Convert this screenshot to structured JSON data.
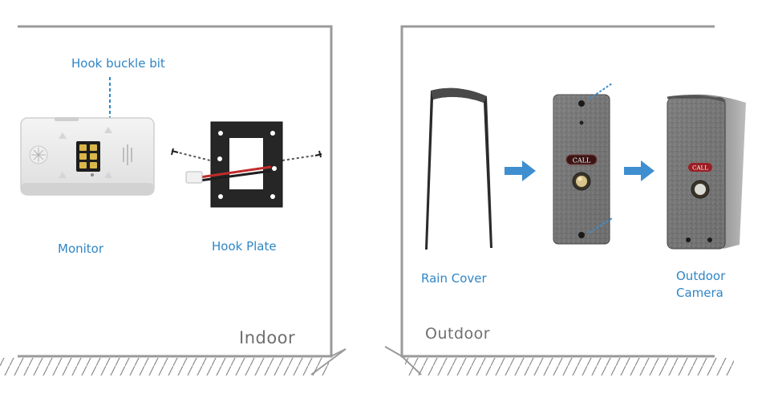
{
  "indoor": {
    "hook_buckle_label": "Hook buckle bit",
    "monitor_label": "Monitor",
    "hook_plate_label": "Hook Plate",
    "section_label": "Indoor"
  },
  "outdoor": {
    "rain_cover_label": "Rain Cover",
    "camera_label_line1": "Outdoor",
    "camera_label_line2": "Camera",
    "section_label": "Outdoor",
    "call_button_text": "CALL"
  },
  "colors": {
    "label_blue": "#2f86c6",
    "arrow_blue": "#3f8fd0",
    "wall_gray": "#9a9a9a",
    "section_gray": "#6f6f6f"
  }
}
